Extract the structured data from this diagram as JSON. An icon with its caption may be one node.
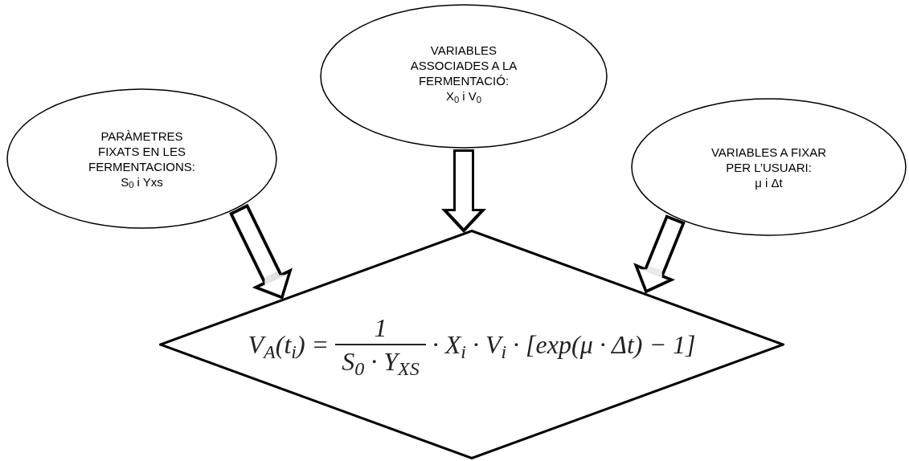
{
  "diagram": {
    "nodes": [
      {
        "text": [
          "PARÀMETRES FIXATS EN LES FERMENTACIONS:",
          "S$_{0}$ i Yxs"
        ]
      },
      {
        "text": [
          "VARIABLES ASSOCIADES A LA FERMENTACIÓ:",
          "X$_{0}$ i V$_{0}$"
        ]
      },
      {
        "text": [
          "VARIABLES A FIXAR PER L’USUARI:",
          "μ i Δt"
        ]
      },
      {
        "text": [
          "V$_{A}$(t$_{i}$) =",
          "1",
          "S$_{0}$ · Y$_{XS}$",
          "· X$_{i}$ · V$_{i}$ · [exp(μ · Δt) − 1]"
        ]
      }
    ],
    "edges": [
      {
        "from": 0,
        "to": 3,
        "arrow": "to"
      },
      {
        "from": 1,
        "to": 3,
        "arrow": "to"
      },
      {
        "from": 2,
        "to": 3,
        "arrow": "to"
      }
    ]
  }
}
